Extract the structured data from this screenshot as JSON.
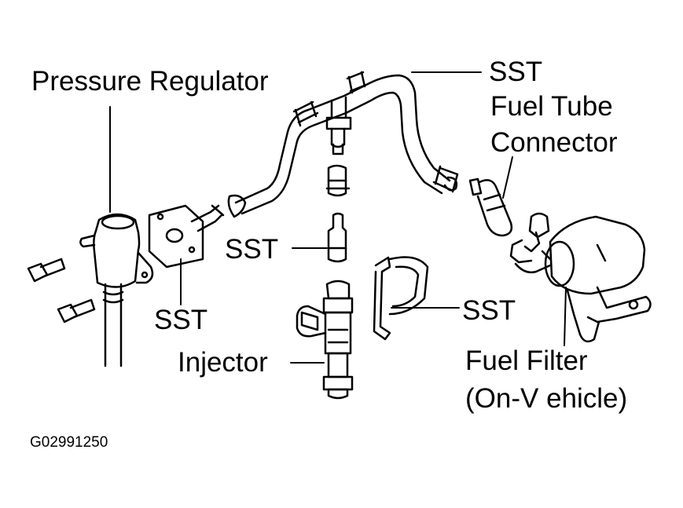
{
  "labels": {
    "pressure_regulator": "Pressure Regulator",
    "sst_top": "SST",
    "fuel_tube_connector_line1": "Fuel Tube",
    "fuel_tube_connector_line2": "Connector",
    "sst_middle": "SST",
    "sst_left": "SST",
    "sst_right": "SST",
    "injector": "Injector",
    "fuel_filter_line1": "Fuel Filter",
    "fuel_filter_line2": "(On-V ehicle)",
    "figure_id": "G02991250"
  },
  "colors": {
    "line": "#000000",
    "background": "#ffffff"
  }
}
